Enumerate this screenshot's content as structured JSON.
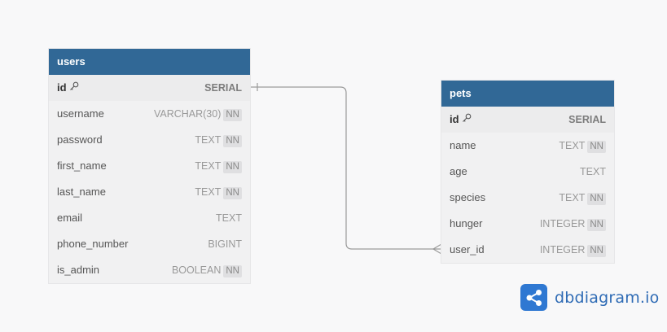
{
  "tables": {
    "users": {
      "name": "users",
      "columns": [
        {
          "name": "id",
          "type": "SERIAL",
          "nn": "",
          "pk": true
        },
        {
          "name": "username",
          "type": "VARCHAR(30)",
          "nn": "NN"
        },
        {
          "name": "password",
          "type": "TEXT",
          "nn": "NN"
        },
        {
          "name": "first_name",
          "type": "TEXT",
          "nn": "NN"
        },
        {
          "name": "last_name",
          "type": "TEXT",
          "nn": "NN"
        },
        {
          "name": "email",
          "type": "TEXT",
          "nn": ""
        },
        {
          "name": "phone_number",
          "type": "BIGINT",
          "nn": ""
        },
        {
          "name": "is_admin",
          "type": "BOOLEAN",
          "nn": "NN"
        }
      ]
    },
    "pets": {
      "name": "pets",
      "columns": [
        {
          "name": "id",
          "type": "SERIAL",
          "nn": "",
          "pk": true
        },
        {
          "name": "name",
          "type": "TEXT",
          "nn": "NN"
        },
        {
          "name": "age",
          "type": "TEXT",
          "nn": ""
        },
        {
          "name": "species",
          "type": "TEXT",
          "nn": "NN"
        },
        {
          "name": "hunger",
          "type": "INTEGER",
          "nn": "NN"
        },
        {
          "name": "user_id",
          "type": "INTEGER",
          "nn": "NN"
        }
      ]
    }
  },
  "relationship": {
    "from": "users.id",
    "to": "pets.user_id",
    "kind": "one-to-many"
  },
  "brand": {
    "text": "dbdiagram.io",
    "color": "#2e6bb5",
    "logo_color": "#2f78d2",
    "icon": "share-icon"
  },
  "colors": {
    "header": "#316896",
    "canvas": "#f8f8f9",
    "line": "#9a9a9a"
  }
}
